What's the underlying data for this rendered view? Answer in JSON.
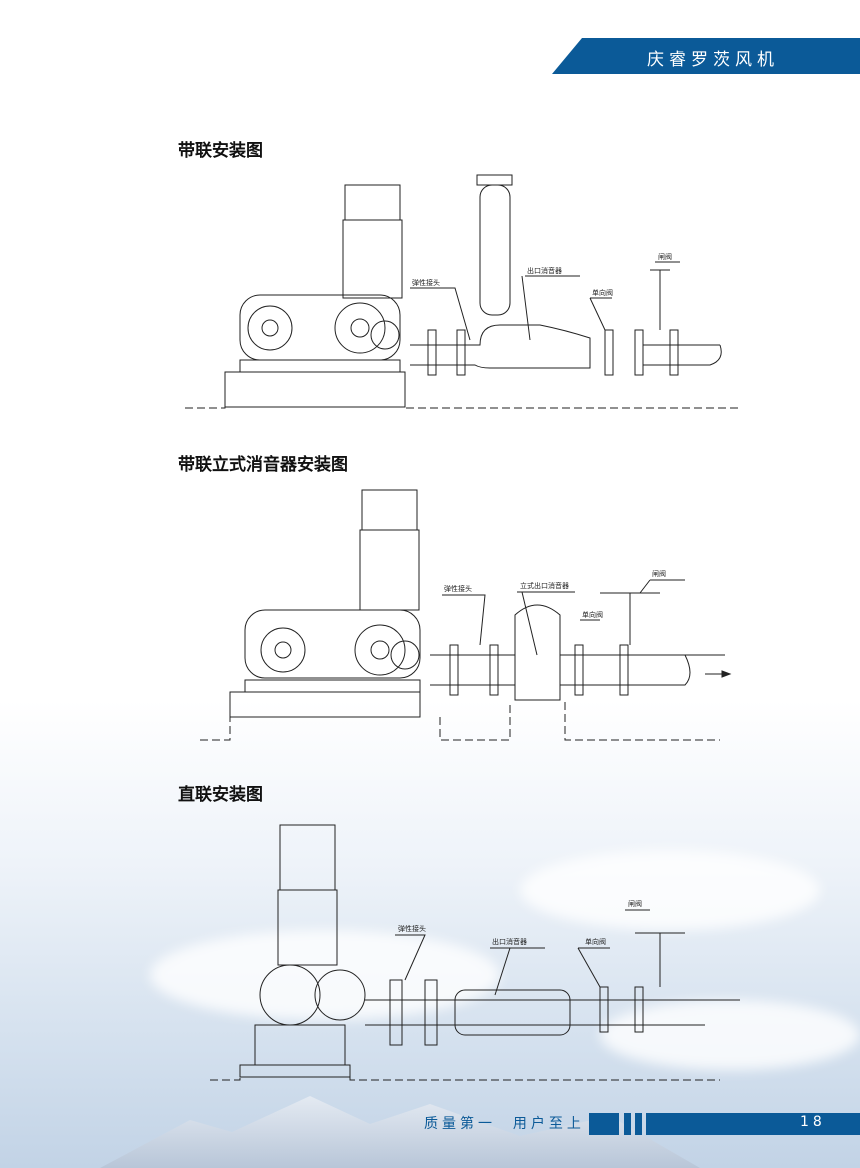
{
  "header": {
    "brand": "庆睿罗茨风机"
  },
  "sections": [
    {
      "title": "带联安装图",
      "labels": {
        "joint": "弹性接头",
        "silencer": "出口消音器",
        "check_valve": "单向阀",
        "gate_valve": "闸阀"
      }
    },
    {
      "title": "带联立式消音器安装图",
      "labels": {
        "joint": "弹性接头",
        "silencer": "立式出口消音器",
        "check_valve": "单向阀",
        "gate_valve": "闸阀"
      }
    },
    {
      "title": "直联安装图",
      "labels": {
        "joint": "弹性接头",
        "silencer": "出口消音器",
        "check_valve": "单向阀",
        "gate_valve": "闸阀"
      }
    }
  ],
  "footer": {
    "slogan1": "质量第一",
    "slogan2": "用户至上",
    "page": "18"
  },
  "colors": {
    "brand": "#0b5a98"
  }
}
